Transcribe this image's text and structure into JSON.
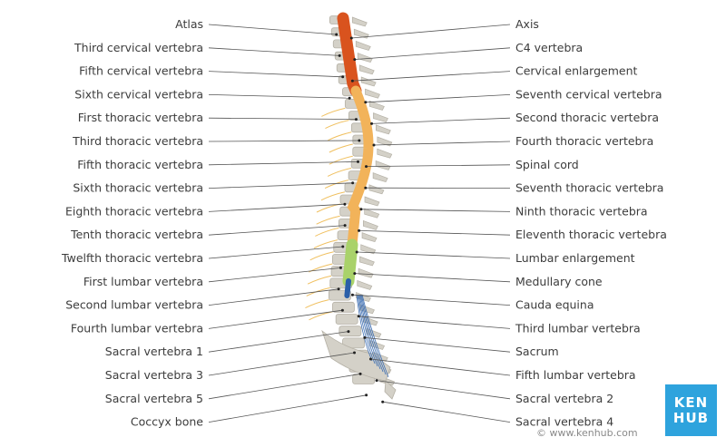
{
  "labels_left": [
    {
      "text": "Atlas"
    },
    {
      "text": "Third cervical vertebra"
    },
    {
      "text": "Fifth cervical vertebra"
    },
    {
      "text": "Sixth cervical vertebra"
    },
    {
      "text": "First thoracic vertebra"
    },
    {
      "text": "Third thoracic vertebra"
    },
    {
      "text": "Fifth thoracic vertebra"
    },
    {
      "text": "Sixth thoracic vertebra"
    },
    {
      "text": "Eighth thoracic vertebra"
    },
    {
      "text": "Tenth thoracic vertebra"
    },
    {
      "text": "Twelfth thoracic vertebra"
    },
    {
      "text": "First lumbar vertebra"
    },
    {
      "text": "Second lumbar vertebra"
    },
    {
      "text": "Fourth lumbar vertebra"
    },
    {
      "text": "Sacral vertebra 1"
    },
    {
      "text": "Sacral vertebra 3"
    },
    {
      "text": "Sacral vertebra 5"
    },
    {
      "text": "Coccyx bone"
    }
  ],
  "labels_right": [
    {
      "text": "Axis"
    },
    {
      "text": "C4 vertebra"
    },
    {
      "text": "Cervical enlargement"
    },
    {
      "text": "Seventh cervical vertebra"
    },
    {
      "text": "Second thoracic vertebra"
    },
    {
      "text": "Fourth thoracic vertebra"
    },
    {
      "text": "Spinal cord"
    },
    {
      "text": "Seventh thoracic vertebra"
    },
    {
      "text": "Ninth thoracic vertebra"
    },
    {
      "text": "Eleventh thoracic vertebra"
    },
    {
      "text": "Lumbar enlargement"
    },
    {
      "text": "Medullary cone"
    },
    {
      "text": "Cauda equina"
    },
    {
      "text": "Third lumbar vertebra"
    },
    {
      "text": "Sacrum"
    },
    {
      "text": "Fifth lumbar vertebra"
    },
    {
      "text": "Sacral vertebra 2"
    },
    {
      "text": "Sacral vertebra 4"
    }
  ],
  "logo": {
    "line1": "KEN",
    "line2": "HUB"
  },
  "credit": "© www.kenhub.com",
  "colors": {
    "bone": "#d4d1c8",
    "bone_dark": "#b5b1a6",
    "cervical_cord": "#d9531e",
    "thoracic_cord": "#f2b35a",
    "lumbar_enlargement": "#a9d26a",
    "medullary_cone": "#2a5fa8",
    "cauda_equina": "#3e6fb3",
    "nerve": "#f0c060",
    "accent": "#2ea3dd"
  }
}
